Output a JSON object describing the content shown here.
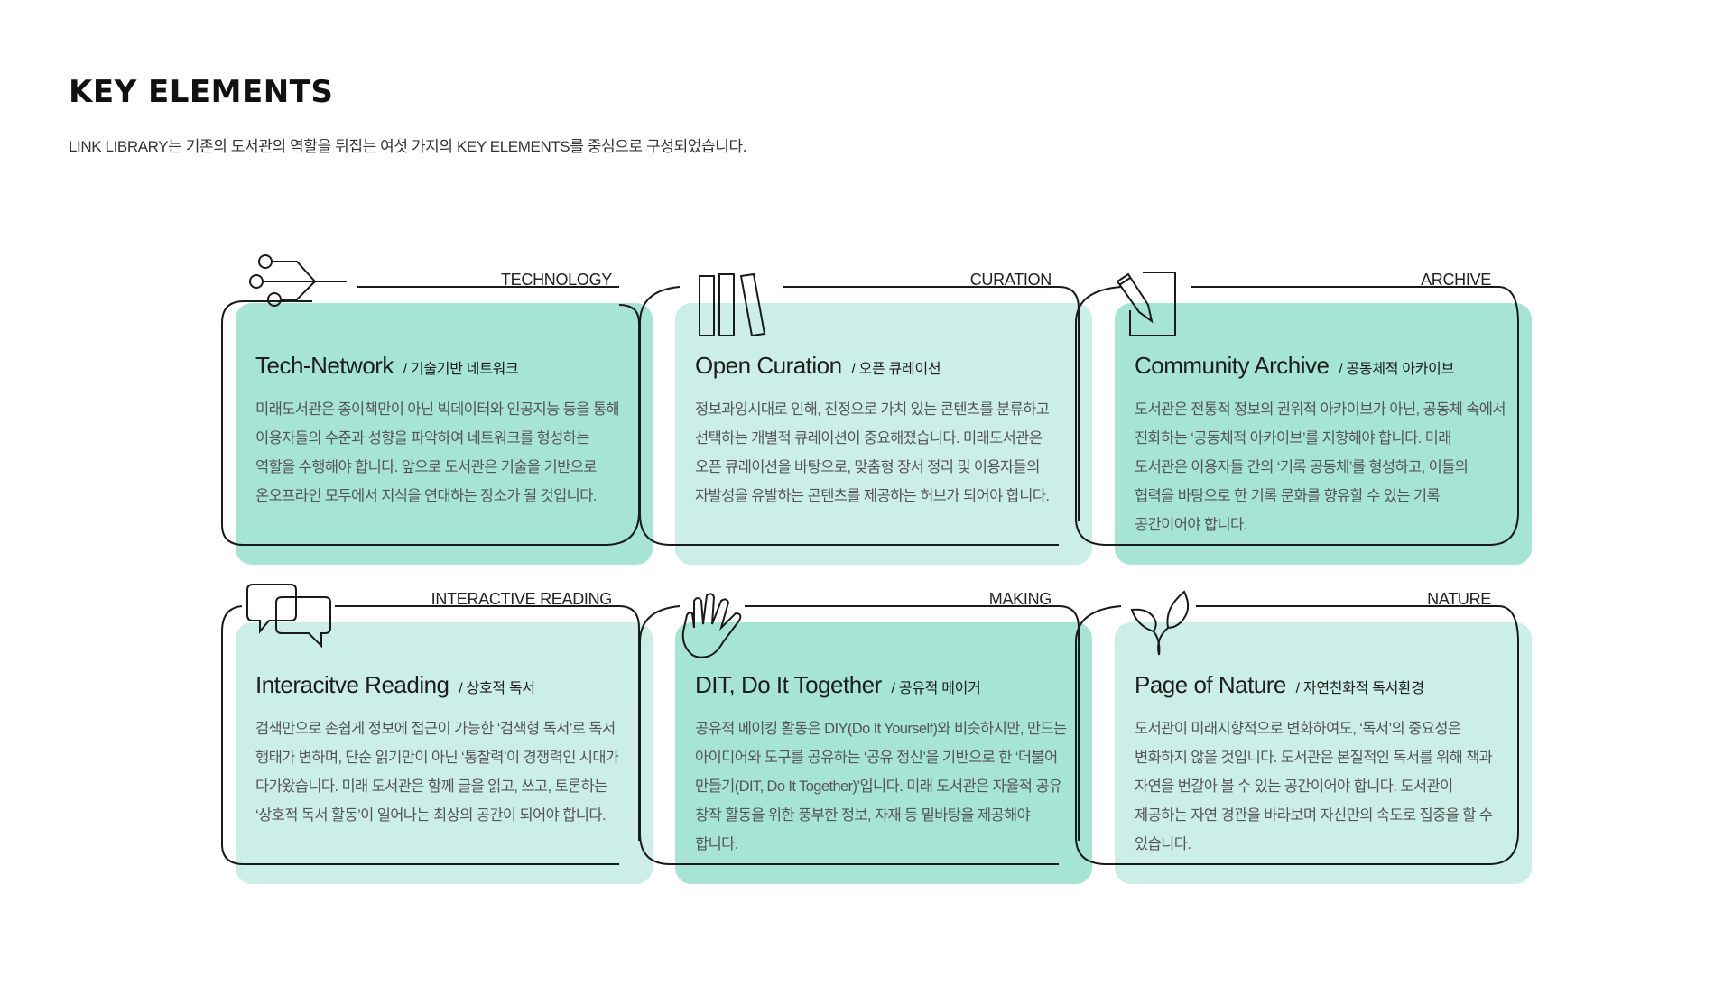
{
  "page": {
    "title": "KEY ELEMENTS",
    "subtitle": "LINK LIBRARY는 기존의 도서관의 역할을 뒤집는 여섯 가지의 KEY ELEMENTS를 중심으로 구성되었습니다."
  },
  "cards": [
    {
      "tag": "TECHNOLOGY",
      "title": "Tech-Network",
      "subtitle": "/ 기술기반 네트워크",
      "body": "미래도서관은 종이책만이 아닌 빅데이터와 인공지능 등을 통해 이용자들의 수준과 성향을 파악하여 네트워크를 형성하는 역할을 수행해야 합니다. 앞으로 도서관은 기술을 기반으로 온오프라인 모두에서 지식을 연대하는 장소가 될 것입니다.",
      "icon": "network-plug-icon"
    },
    {
      "tag": "CURATION",
      "title": "Open Curation",
      "subtitle": "/ 오픈 큐레이션",
      "body": "정보과잉시대로 인해, 진정으로 가치 있는 콘텐츠를 분류하고 선택하는 개별적 큐레이션이 중요해졌습니다. 미래도서관은 오픈 큐레이션을 바탕으로, 맞춤형 장서 정리 및 이용자들의 자발성을 유발하는 콘텐츠를 제공하는 허브가 되어야 합니다.",
      "icon": "books-icon"
    },
    {
      "tag": "ARCHIVE",
      "title": "Community Archive",
      "subtitle": "/ 공동체적 아카이브",
      "body": "도서관은 전통적 정보의 권위적 아카이브가 아닌, 공동체 속에서 진화하는 ‘공동체적 아카이브’를 지향해야 합니다. 미래 도서관은 이용자들 간의 ‘기록 공동체’를 형성하고, 이들의 협력을 바탕으로 한 기록 문화를 향유할 수 있는 기록 공간이어야 합니다.",
      "icon": "pen-note-icon"
    },
    {
      "tag": "INTERACTIVE READING",
      "title": "Interacitve Reading",
      "subtitle": "/ 상호적 독서",
      "body": "검색만으로 손쉽게 정보에 접근이 가능한 ‘검색형 독서’로 독서 행태가 변하며, 단순 읽기만이 아닌 ‘통찰력’이 경쟁력인 시대가 다가왔습니다. 미래 도서관은 함께 글을 읽고, 쓰고, 토론하는 ‘상호적 독서 활동’이 일어나는 최상의 공간이 되어야 합니다.",
      "icon": "speech-bubbles-icon"
    },
    {
      "tag": "MAKING",
      "title": "DIT, Do It Together",
      "subtitle": "/ 공유적 메이커",
      "body": "공유적 메이킹 활동은 DIY(Do It Yourself)와 비슷하지만, 만드는 아이디어와 도구를 공유하는 ‘공유 정신’을 기반으로 한 ‘더불어 만들기(DIT, Do It Together)’입니다. 미래 도서관은 자율적 공유 창작 활동을 위한 풍부한 정보, 자재 등 밑바탕을 제공해야 합니다.",
      "icon": "hand-icon"
    },
    {
      "tag": "NATURE",
      "title": "Page of Nature",
      "subtitle": "/ 자연친화적 독서환경",
      "body": "도서관이 미래지향적으로 변화하여도, ‘독서’의 중요성은 변화하지 않을 것입니다. 도서관은 본질적인 독서를 위해 책과 자연을 번갈아 볼 수 있는 공간이어야 합니다. 도서관이 제공하는 자연 경관을 바라보며 자신만의 속도로 집중을 할 수 있습니다.",
      "icon": "leaves-icon"
    }
  ]
}
